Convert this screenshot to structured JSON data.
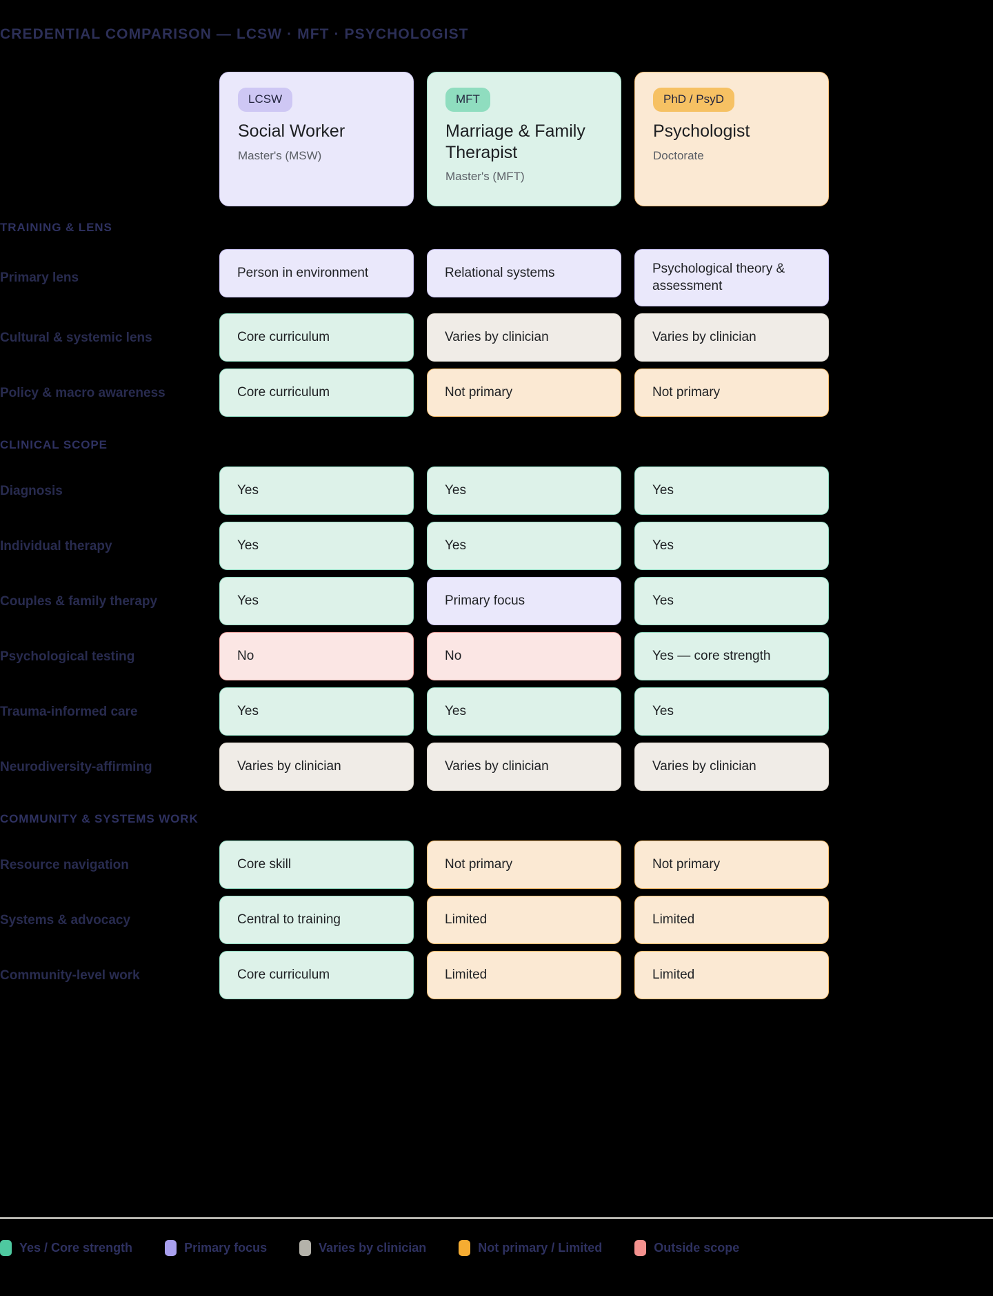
{
  "title": "CREDENTIAL COMPARISON — LCSW · MFT · PSYCHOLOGIST",
  "columns": [
    {
      "pill": "LCSW",
      "name": "Social Worker",
      "degree": "Master's (MSW)",
      "tone": "purple"
    },
    {
      "pill": "MFT",
      "name": "Marriage & Family Therapist",
      "degree": "Master's (MFT)",
      "tone": "green"
    },
    {
      "pill": "PhD / PsyD",
      "name": "Psychologist",
      "degree": "Doctorate",
      "tone": "orange"
    }
  ],
  "sections": [
    {
      "heading": "TRAINING & LENS",
      "rows": [
        {
          "label": "Primary lens",
          "cells": [
            {
              "text": "Person in environment",
              "tone": "purple"
            },
            {
              "text": "Relational systems",
              "tone": "purple"
            },
            {
              "text": "Psychological theory & assessment",
              "tone": "purple"
            }
          ]
        },
        {
          "label": "Cultural & systemic lens",
          "cells": [
            {
              "text": "Core curriculum",
              "tone": "green"
            },
            {
              "text": "Varies by clinician",
              "tone": "gray"
            },
            {
              "text": "Varies by clinician",
              "tone": "gray"
            }
          ]
        },
        {
          "label": "Policy & macro awareness",
          "cells": [
            {
              "text": "Core curriculum",
              "tone": "green"
            },
            {
              "text": "Not primary",
              "tone": "orange"
            },
            {
              "text": "Not primary",
              "tone": "orange"
            }
          ]
        }
      ]
    },
    {
      "heading": "CLINICAL SCOPE",
      "rows": [
        {
          "label": "Diagnosis",
          "cells": [
            {
              "text": "Yes",
              "tone": "green"
            },
            {
              "text": "Yes",
              "tone": "green"
            },
            {
              "text": "Yes",
              "tone": "green"
            }
          ]
        },
        {
          "label": "Individual therapy",
          "cells": [
            {
              "text": "Yes",
              "tone": "green"
            },
            {
              "text": "Yes",
              "tone": "green"
            },
            {
              "text": "Yes",
              "tone": "green"
            }
          ]
        },
        {
          "label": "Couples & family therapy",
          "cells": [
            {
              "text": "Yes",
              "tone": "green"
            },
            {
              "text": "Primary focus",
              "tone": "purple"
            },
            {
              "text": "Yes",
              "tone": "green"
            }
          ]
        },
        {
          "label": "Psychological testing",
          "cells": [
            {
              "text": "No",
              "tone": "pink"
            },
            {
              "text": "No",
              "tone": "pink"
            },
            {
              "text": "Yes — core strength",
              "tone": "green"
            }
          ]
        },
        {
          "label": "Trauma-informed care",
          "cells": [
            {
              "text": "Yes",
              "tone": "green"
            },
            {
              "text": "Yes",
              "tone": "green"
            },
            {
              "text": "Yes",
              "tone": "green"
            }
          ]
        },
        {
          "label": "Neurodiversity-affirming",
          "cells": [
            {
              "text": "Varies by clinician",
              "tone": "gray"
            },
            {
              "text": "Varies by clinician",
              "tone": "gray"
            },
            {
              "text": "Varies by clinician",
              "tone": "gray"
            }
          ]
        }
      ]
    },
    {
      "heading": "COMMUNITY & SYSTEMS WORK",
      "rows": [
        {
          "label": "Resource navigation",
          "cells": [
            {
              "text": "Core skill",
              "tone": "green"
            },
            {
              "text": "Not primary",
              "tone": "orange"
            },
            {
              "text": "Not primary",
              "tone": "orange"
            }
          ]
        },
        {
          "label": "Systems & advocacy",
          "cells": [
            {
              "text": "Central to training",
              "tone": "green"
            },
            {
              "text": "Limited",
              "tone": "orange"
            },
            {
              "text": "Limited",
              "tone": "orange"
            }
          ]
        },
        {
          "label": "Community-level work",
          "cells": [
            {
              "text": "Core curriculum",
              "tone": "green"
            },
            {
              "text": "Limited",
              "tone": "orange"
            },
            {
              "text": "Limited",
              "tone": "orange"
            }
          ]
        }
      ]
    }
  ],
  "legend": [
    {
      "label": "Yes / Core strength",
      "color": "#4ec9a0"
    },
    {
      "label": "Primary focus",
      "color": "#a9a0ef"
    },
    {
      "label": "Varies by clinician",
      "color": "#b4b2aa"
    },
    {
      "label": "Not primary / Limited",
      "color": "#f5ac32"
    },
    {
      "label": "Outside scope",
      "color": "#f4918e"
    }
  ],
  "colors": {
    "background": "#000000",
    "label_text": "#282b4f",
    "section_text": "#2e3160",
    "divider": "#e8e6df"
  }
}
